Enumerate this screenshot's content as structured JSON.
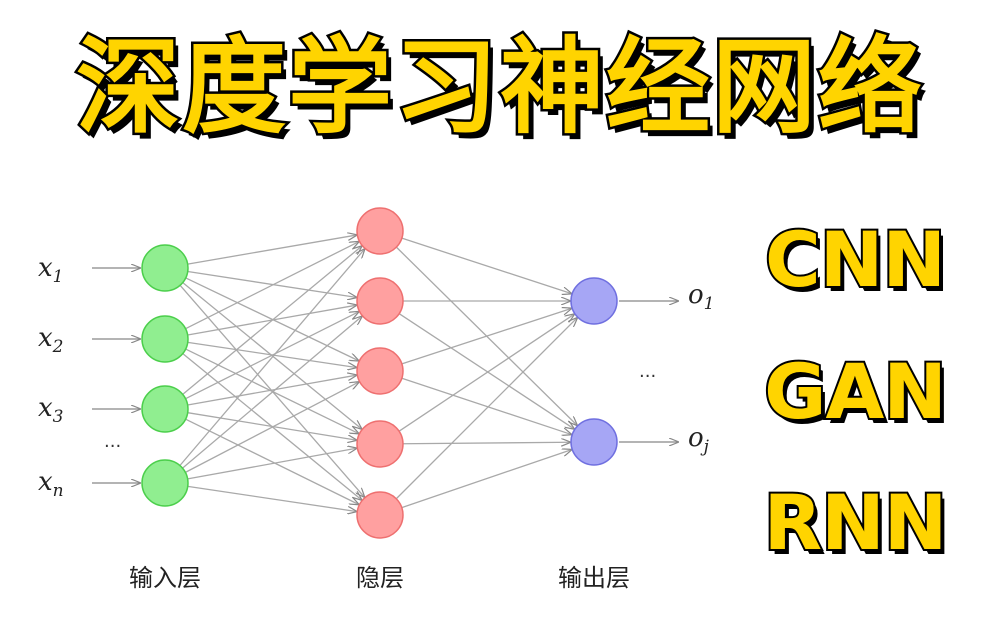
{
  "title": "深度学习神经网络",
  "badges": [
    "CNN",
    "GAN",
    "RNN"
  ],
  "layers": {
    "input_label": "输入层",
    "hidden_label": "隐层",
    "output_label": "输出层"
  },
  "inputs": [
    {
      "base": "x",
      "sub": "1"
    },
    {
      "base": "x",
      "sub": "2"
    },
    {
      "base": "x",
      "sub": "3"
    },
    {
      "base": "x",
      "sub": "n"
    }
  ],
  "outputs": [
    {
      "base": "o",
      "sub": "1"
    },
    {
      "base": "o",
      "sub": "j"
    }
  ],
  "ellipsis": "...",
  "colors": {
    "title_fill": "#ffd400",
    "title_stroke": "#000000",
    "input_node_fill": "#90ee90",
    "input_node_stroke": "#4ccf4c",
    "hidden_node_fill": "#ffa0a0",
    "hidden_node_stroke": "#ee7070",
    "output_node_fill": "#a6a6f5",
    "output_node_stroke": "#7070e0",
    "edge": "#a9a9a9",
    "arrow": "#888888"
  },
  "network": {
    "input_nodes": 4,
    "hidden_nodes": 5,
    "output_nodes": 2
  }
}
